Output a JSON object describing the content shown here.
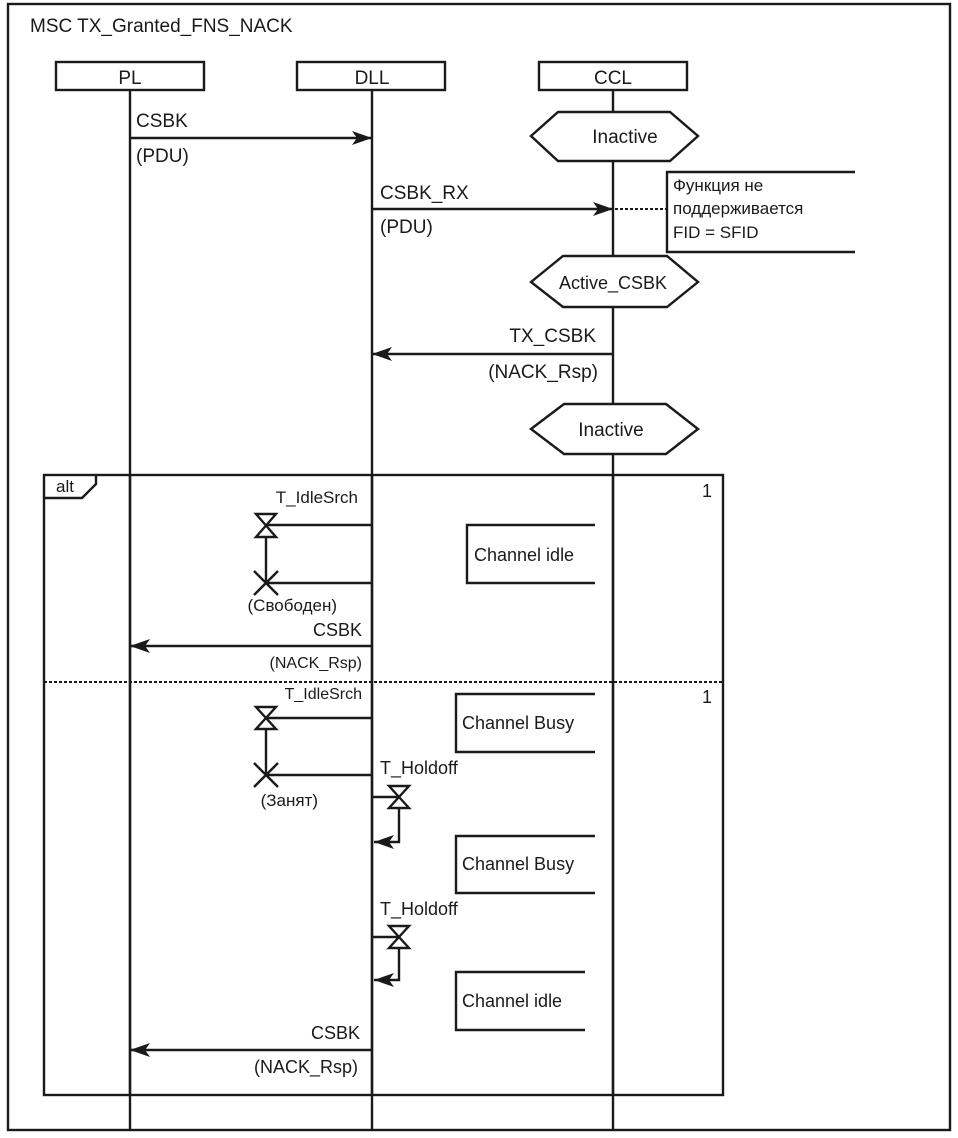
{
  "diagram": {
    "title": "MSC TX_Granted_FNS_NACK",
    "instances": {
      "pl": "PL",
      "dll": "DLL",
      "ccl": "CCL"
    },
    "states": {
      "inactive_1": "Inactive",
      "active_csbk": "Active_CSBK",
      "inactive_2": "Inactive"
    },
    "messages": {
      "m1": {
        "name": "CSBK",
        "param": "(PDU)",
        "from": "PL",
        "to": "DLL"
      },
      "m2": {
        "name": "CSBK_RX",
        "param": "(PDU)",
        "from": "DLL",
        "to": "CCL"
      },
      "m3": {
        "name": "TX_CSBK",
        "param": "(NACK_Rsp)",
        "from": "CCL",
        "to": "DLL"
      },
      "m4": {
        "name": "CSBK",
        "param": "(NACK_Rsp)",
        "from": "DLL",
        "to": "PL"
      },
      "m5": {
        "name": "CSBK",
        "param": "(NACK_Rsp)",
        "from": "DLL",
        "to": "PL"
      }
    },
    "comment": {
      "line1": "Функция не",
      "line2": "поддерживается",
      "line3": "FID = SFID"
    },
    "alt": {
      "label": "alt",
      "operand1_count": "1",
      "operand2_count": "1",
      "operand1": {
        "timer": "T_IdleSrch",
        "timer_result": "(Свободен)",
        "condition": "Channel idle"
      },
      "operand2": {
        "timer": "T_IdleSrch",
        "timer_result": "(Занят)",
        "condition_1": "Channel Busy",
        "holdoff_1": "T_Holdoff",
        "condition_2": "Channel Busy",
        "holdoff_2": "T_Holdoff",
        "condition_3": "Channel idle"
      }
    }
  }
}
